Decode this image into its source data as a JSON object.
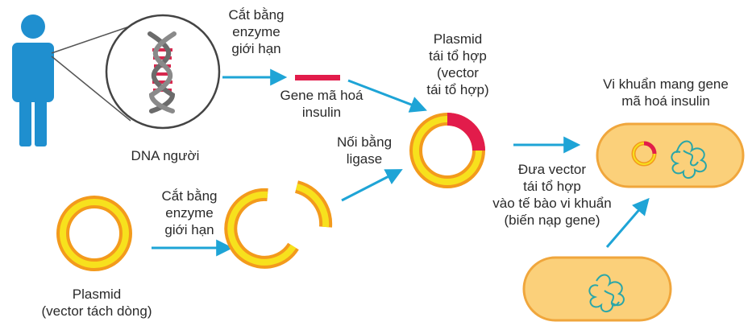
{
  "colors": {
    "person": "#1f8fcf",
    "arrow": "#1ea4d6",
    "plasmid_yellow": "#f7e11d",
    "plasmid_orange": "#f39a1c",
    "insulin_gene": "#e21c4b",
    "bacterium_fill": "#fbd07a",
    "bacterium_edge": "#f0a63c",
    "bacterial_dna": "#2aa6a8",
    "dna_backbone": "#6b6b6b",
    "dna_rungs": "#d8284f",
    "text": "#2a2a2a"
  },
  "labels": {
    "human_dna": "DNA người",
    "cut_top": [
      "Cắt bằng",
      "enzyme",
      "giới hạn"
    ],
    "insulin_gene": [
      "Gene mã hoá",
      "insulin"
    ],
    "recombinant": [
      "Plasmid",
      "tái tổ hợp",
      "(vector",
      "tái tổ hợp)"
    ],
    "ligase": [
      "Nối bằng",
      "ligase"
    ],
    "bacteria_insulin": [
      "Vi khuẩn mang gene",
      "mã hoá insulin"
    ],
    "transformation": [
      "Đưa vector",
      "tái tổ hợp",
      "vào tế bào vi khuẩn",
      "(biến nạp gene)"
    ],
    "cut_bottom": [
      "Cắt bằng",
      "enzyme",
      "giới hạn"
    ],
    "plasmid": [
      "Plasmid",
      "(vector tách dòng)"
    ]
  },
  "icons": {
    "person": "person-icon",
    "dna": "dna-helix-icon"
  }
}
